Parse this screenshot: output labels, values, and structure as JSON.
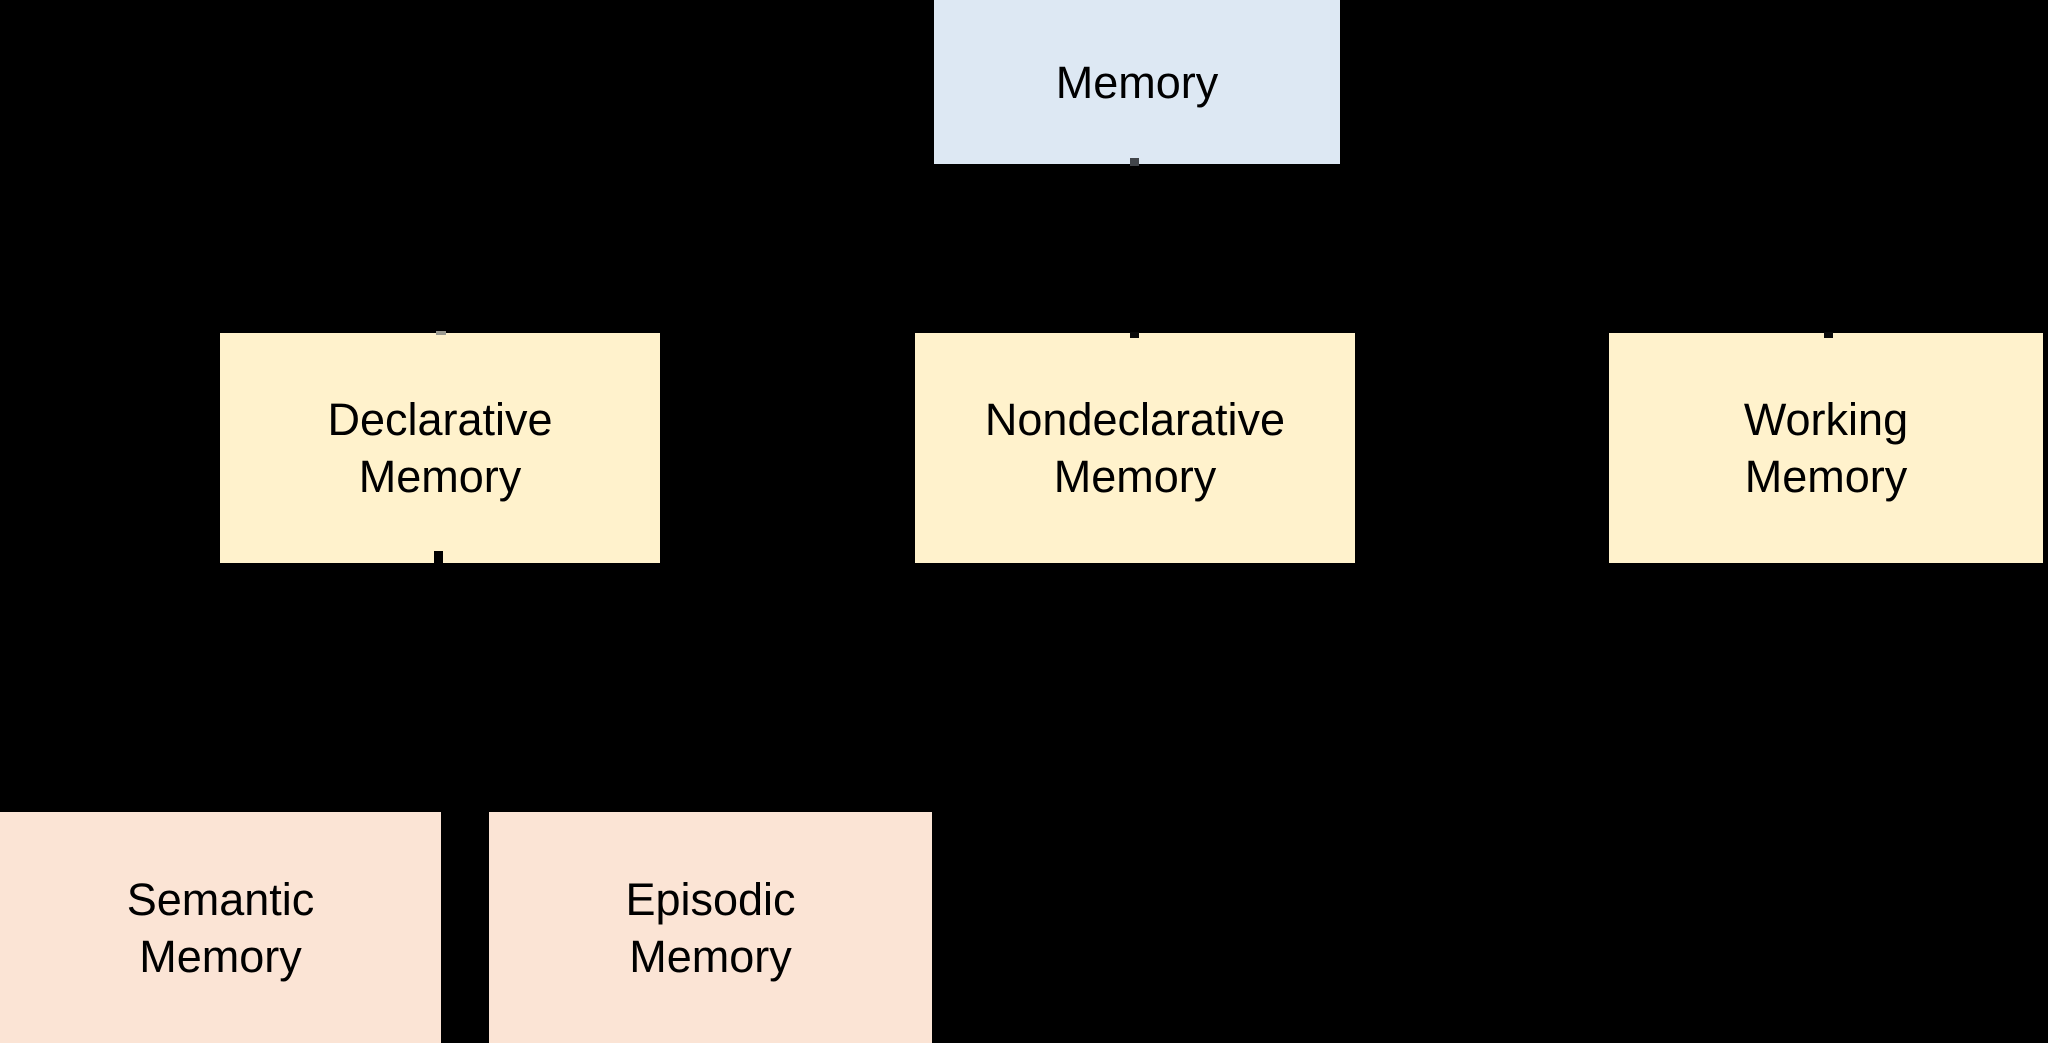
{
  "diagram": {
    "type": "hierarchy",
    "background_color": "#000000",
    "text_color": "#000000",
    "level_fills": {
      "root": "#dde8f3",
      "middle": "#fff2cc",
      "leaf": "#fbe4d5"
    }
  },
  "nodes": {
    "memory": {
      "label": "Memory",
      "lines": [
        "Memory"
      ],
      "fill": "#dde8f3"
    },
    "declarative": {
      "label": "Declarative Memory",
      "lines": [
        "Declarative",
        "Memory"
      ],
      "fill": "#fff2cc"
    },
    "nondeclarative": {
      "label": "Nondeclarative Memory",
      "lines": [
        "Nondeclarative",
        "Memory"
      ],
      "fill": "#fff2cc"
    },
    "working": {
      "label": "Working Memory",
      "lines": [
        "Working",
        "Memory"
      ],
      "fill": "#fff2cc"
    },
    "semantic": {
      "label": "Semantic Memory",
      "lines": [
        "Semantic",
        "Memory"
      ],
      "fill": "#fbe4d5"
    },
    "episodic": {
      "label": "Episodic Memory",
      "lines": [
        "Episodic",
        "Memory"
      ],
      "fill": "#fbe4d5"
    }
  },
  "edges": [
    {
      "from": "Memory",
      "to": "Declarative Memory"
    },
    {
      "from": "Memory",
      "to": "Nondeclarative Memory"
    },
    {
      "from": "Memory",
      "to": "Working Memory"
    },
    {
      "from": "Declarative Memory",
      "to": "Semantic Memory"
    },
    {
      "from": "Declarative Memory",
      "to": "Episodic Memory"
    }
  ]
}
